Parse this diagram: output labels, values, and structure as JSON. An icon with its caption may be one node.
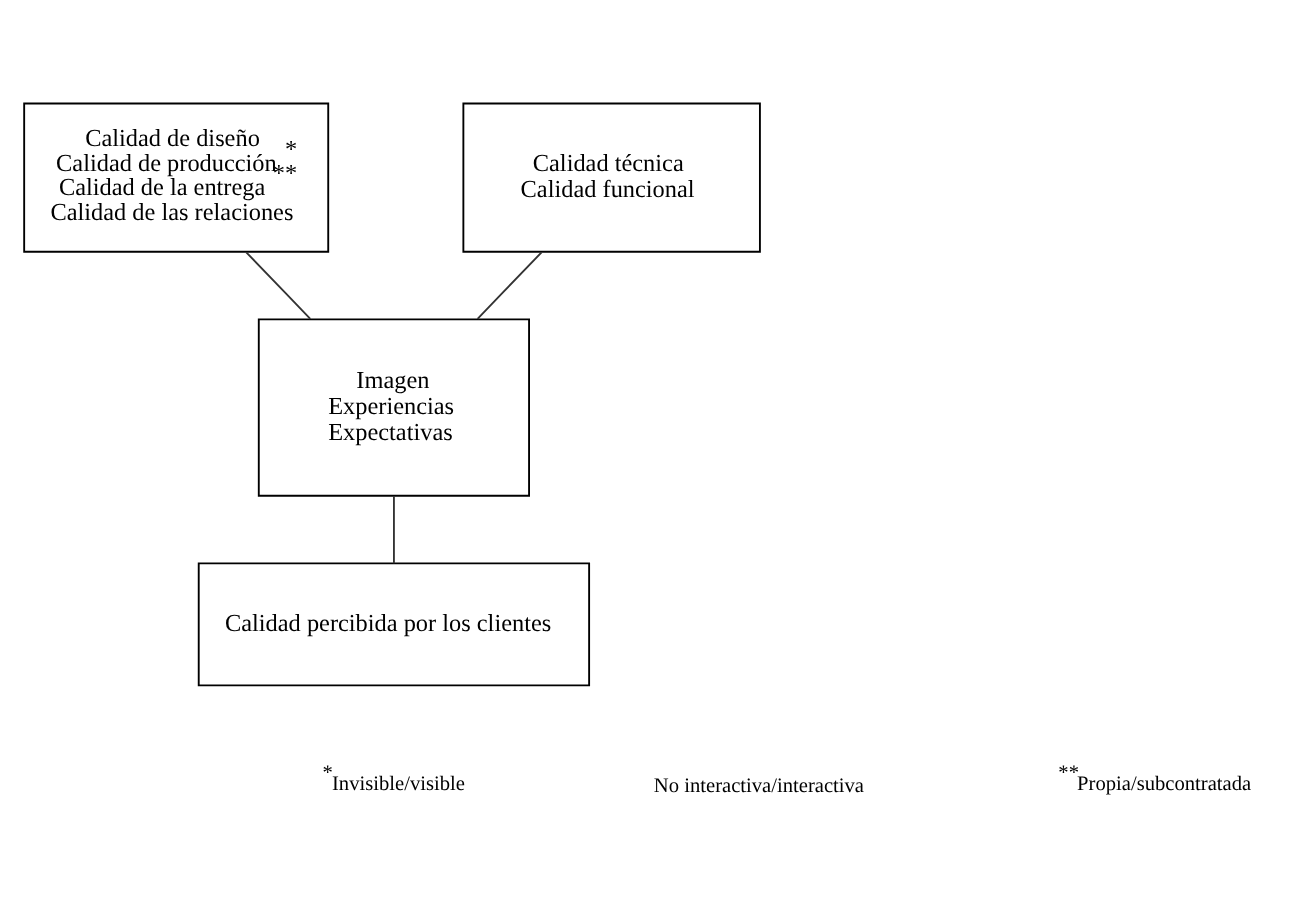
{
  "diagram": {
    "nodes": [
      {
        "text": [
          "Calidad de diseño",
          "Calidad de producción$^{*}$",
          "Calidad de la entrega$^{**}$",
          "Calidad de las relaciones"
        ]
      },
      {
        "text": [
          "Calidad técnica",
          "Calidad funcional"
        ]
      },
      {
        "text": [
          "Imagen",
          "Experiencias",
          "Expectativas"
        ]
      },
      {
        "text": [
          "Calidad percibida por los clientes"
        ]
      }
    ],
    "edges": [
      {
        "from": 0,
        "to": 2,
        "arrow": "none"
      },
      {
        "from": 1,
        "to": 2,
        "arrow": "none"
      },
      {
        "from": 2,
        "to": 3,
        "arrow": "none"
      }
    ],
    "labels": [
      "$^{*}$Invisible/visible",
      "No interactiva/interactiva",
      "$^{**}$Propia/subcontratada"
    ]
  }
}
